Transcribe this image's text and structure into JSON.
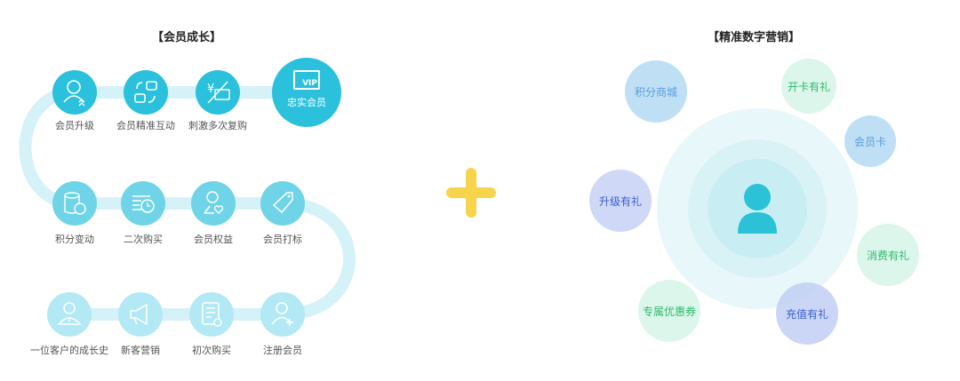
{
  "left": {
    "title": "【会员成长】",
    "vip_badge": "VIP",
    "loyal_label": "忠实会员",
    "row1": [
      {
        "label": "会员升级",
        "icon": "user-upgrade-icon"
      },
      {
        "label": "会员精准互动",
        "icon": "interaction-icon"
      },
      {
        "label": "刺激多次复购",
        "icon": "yuan-card-icon"
      }
    ],
    "row2": [
      {
        "label": "积分变动",
        "icon": "coins-refresh-icon"
      },
      {
        "label": "二次购买",
        "icon": "clock-list-icon"
      },
      {
        "label": "会员权益",
        "icon": "user-heart-icon"
      },
      {
        "label": "会员打标",
        "icon": "tag-icon"
      }
    ],
    "row3": [
      {
        "label": "一位客户的成长史",
        "icon": "person-tie-icon"
      },
      {
        "label": "新客营销",
        "icon": "megaphone-icon"
      },
      {
        "label": "初次购买",
        "icon": "order-list-icon"
      },
      {
        "label": "注册会员",
        "icon": "user-add-icon"
      }
    ]
  },
  "right": {
    "title": "【精准数字营销】",
    "center_icon": "user-icon",
    "bubbles": [
      {
        "label": "积分商城",
        "color": "#5a9be0"
      },
      {
        "label": "开卡有礼",
        "color": "#2dbb6a"
      },
      {
        "label": "会员卡",
        "color": "#5a9be0"
      },
      {
        "label": "升级有礼",
        "color": "#3a5fcf"
      },
      {
        "label": "消费有礼",
        "color": "#2dbb6a"
      },
      {
        "label": "专属优惠券",
        "color": "#2dbb6a"
      },
      {
        "label": "充值有礼",
        "color": "#3a5fcf"
      }
    ]
  },
  "colors": {
    "primary": "#2bc1dc",
    "plus": "#f6d44b",
    "path": "#d4f2f8"
  }
}
